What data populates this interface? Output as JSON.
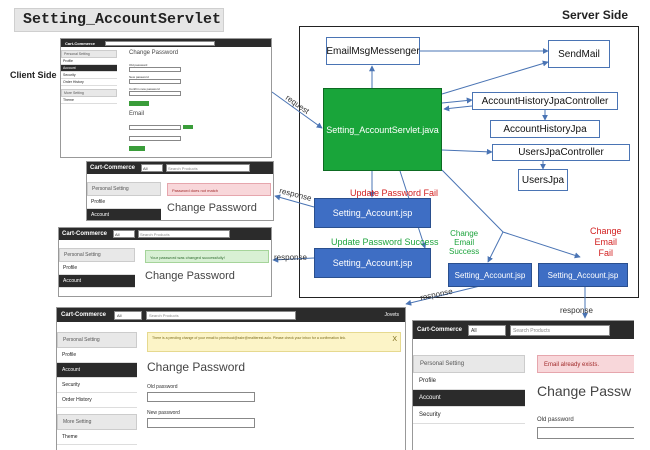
{
  "title": "Setting_AccountServlet",
  "labels": {
    "server_side": "Server Side",
    "client_side": "Client Side"
  },
  "nodes": {
    "email_msg": "EmailMsgMessenger",
    "send_mail": "SendMail",
    "servlet": "Setting_AccountServlet.java",
    "ah_jpa_ctrl": "AccountHistoryJpaController",
    "ah_jpa": "AccountHistoryJpa",
    "users_jpa_ctrl": "UsersJpaController",
    "users_jpa": "UsersJpa",
    "jsp": "Setting_Account.jsp"
  },
  "notes": {
    "update_fail": "Update Password Fail",
    "update_success": "Update Password Success",
    "change_email_success": [
      "Change",
      "Email",
      "Success"
    ],
    "change_email_fail": [
      "Change",
      "Email",
      "Fail"
    ]
  },
  "edges": {
    "request": "request",
    "response": "response"
  },
  "colors": {
    "servlet_green": "#19a53a",
    "jsp_blue": "#3e6ec4",
    "fail_red": "#d21f1f",
    "success_green": "#1ea43d"
  },
  "mockup": {
    "brand": "Cart-Commerce",
    "select_all": "All",
    "search_placeholder": "Search Products",
    "user_name": "Jovets",
    "personal_setting": "Personal Setting",
    "more_setting": "More Setting",
    "menu": {
      "profile": "Profile",
      "account": "Account",
      "security": "Security",
      "order_history": "Order History",
      "theme": "Theme"
    },
    "change_password": "Change Password",
    "change_password_cut": "Change Passw",
    "old_password": "Old password",
    "new_password": "New password",
    "confirm_password": "Confirm new password",
    "email": "Email",
    "alert_mismatch": "Password does not match",
    "alert_changed": "Your password was changed successfully!",
    "alert_pending": "There is a pending change of your email to pirentsocl@ssbr@realiterest.aolo. Please check your inbox for a confirmation link.",
    "alert_exists": "Email already exists.",
    "close_x": "X"
  }
}
